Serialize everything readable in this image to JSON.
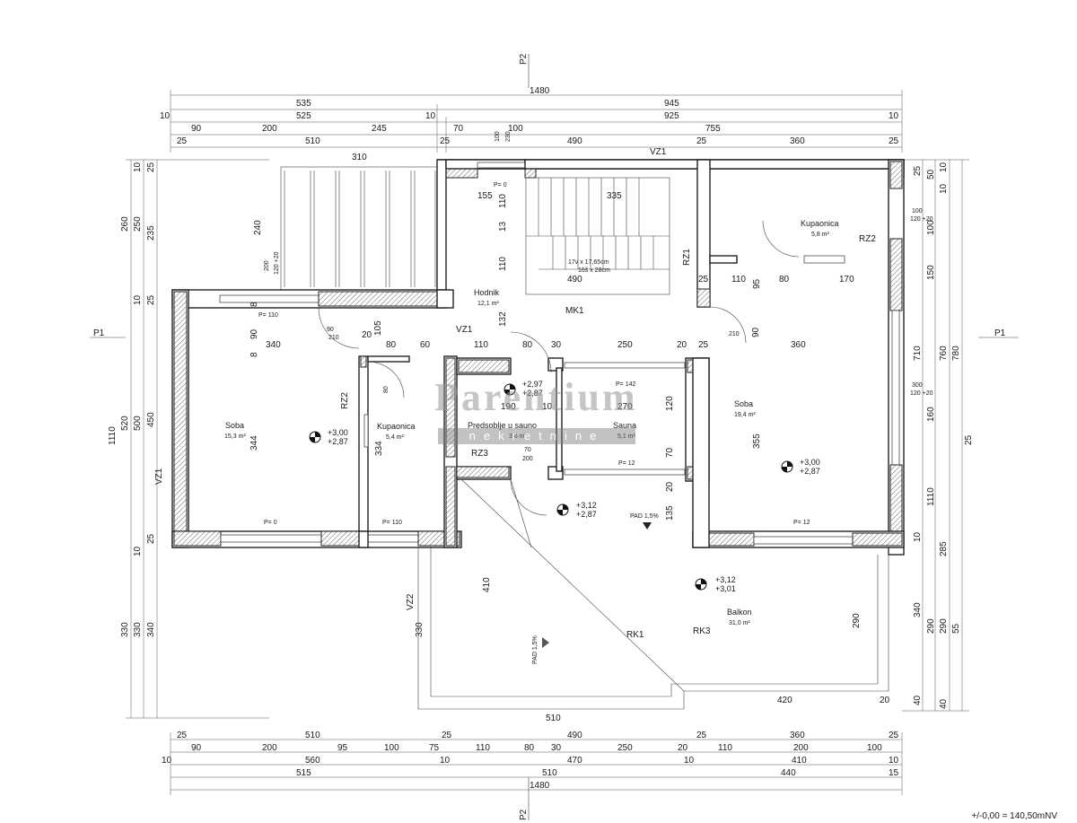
{
  "section_markers": {
    "p1": "P1",
    "p2": "P2"
  },
  "top_dims": {
    "row1": [
      "1480"
    ],
    "row2": [
      "535",
      "945"
    ],
    "row3": [
      "10",
      "525",
      "10",
      "925",
      "10"
    ],
    "row4": [
      "90",
      "200",
      "245",
      "70",
      "100",
      "755"
    ],
    "row5": [
      "25",
      "510",
      "25",
      "490",
      "25",
      "360",
      "25"
    ],
    "stair_small": [
      "100",
      "230"
    ]
  },
  "bottom_dims": {
    "row1": [
      "25",
      "510",
      "25",
      "490",
      "25",
      "360",
      "25"
    ],
    "row2": [
      "90",
      "200",
      "95",
      "100",
      "75",
      "110",
      "80",
      "30",
      "250",
      "20",
      "110",
      "200",
      "100"
    ],
    "row3": [
      "10",
      "560",
      "10",
      "470",
      "10",
      "410",
      "10"
    ],
    "row4": [
      "515",
      "510",
      "440",
      "15"
    ],
    "row5": [
      "1480"
    ]
  },
  "left_dims": {
    "outer": [
      "10",
      "25",
      "260",
      "250",
      "235",
      "10",
      "25",
      "1110",
      "520",
      "500",
      "450",
      "25",
      "10",
      "330",
      "330",
      "340"
    ],
    "inner": [
      "240",
      "200",
      "120 +20",
      "310"
    ]
  },
  "right_dims": {
    "labels": [
      "25",
      "10",
      "50",
      "10",
      "100",
      "120 +20",
      "100",
      "150",
      "710",
      "760",
      "780",
      "300",
      "120 +20",
      "160",
      "1110",
      "25",
      "10",
      "285",
      "340",
      "290",
      "290",
      "55",
      "40",
      "40"
    ]
  },
  "rooms": [
    {
      "id": "hodnik",
      "name": "Hodnik",
      "area": "12,1 m²"
    },
    {
      "id": "kupaonica-top",
      "name": "Kupaonica",
      "area": "5,8 m²"
    },
    {
      "id": "soba-left",
      "name": "Soba",
      "area": "15,3 m²"
    },
    {
      "id": "kupaonica-left",
      "name": "Kupaonica",
      "area": "5,4 m²"
    },
    {
      "id": "predsoblje",
      "name": "Predsoblje u sauno",
      "area": "3,6 m²"
    },
    {
      "id": "sauna",
      "name": "Sauna",
      "area": "5,1 m²"
    },
    {
      "id": "soba-right",
      "name": "Soba",
      "area": "19,4 m²"
    },
    {
      "id": "balkon",
      "name": "Balkon",
      "area": "31,0 m²"
    }
  ],
  "levels": [
    {
      "top": "+3,00",
      "bottom": "+2,87"
    },
    {
      "top": "+2,97",
      "bottom": "+2,87"
    },
    {
      "top": "+3,00",
      "bottom": "+2,87"
    },
    {
      "top": "+3,12",
      "bottom": "+2,87"
    },
    {
      "top": "+3,12",
      "bottom": "+3,01"
    }
  ],
  "labels": {
    "vz1": "VZ1",
    "vz2": "VZ2",
    "rz1": "RZ1",
    "rz2": "RZ2",
    "rz3": "RZ3",
    "mk1": "MK1",
    "rk1": "RK1",
    "rk3": "RK3",
    "stairs_line1": "17v x 17,65cm",
    "stairs_line2": "16š x 28cm",
    "pad": "PAD 1,5%",
    "p0": "P= 0",
    "p110": "P= 110",
    "p12": "P= 12",
    "p142": "P= 142"
  },
  "interior_dims": [
    "155",
    "335",
    "110",
    "13",
    "110",
    "490",
    "132",
    "90",
    "340",
    "20",
    "80",
    "60",
    "110",
    "80",
    "30",
    "250",
    "20",
    "25",
    "90",
    "360",
    "105",
    "25",
    "110",
    "80",
    "170",
    "95",
    "344",
    "334",
    "190",
    "10",
    "270",
    "120",
    "70",
    "20",
    "355",
    "135",
    "410",
    "330",
    "510",
    "420",
    "20",
    "290",
    "8",
    "8",
    "70",
    "200",
    "210",
    "210",
    "90",
    "80"
  ],
  "watermark": {
    "title": "Parentium",
    "subtitle": "nekretnine"
  },
  "footer_reference": "+/-0,00 = 140,50mNV",
  "colors": {
    "ink": "#1a1a1a",
    "wall_hatch": "#555555",
    "watermark": "#969696"
  }
}
